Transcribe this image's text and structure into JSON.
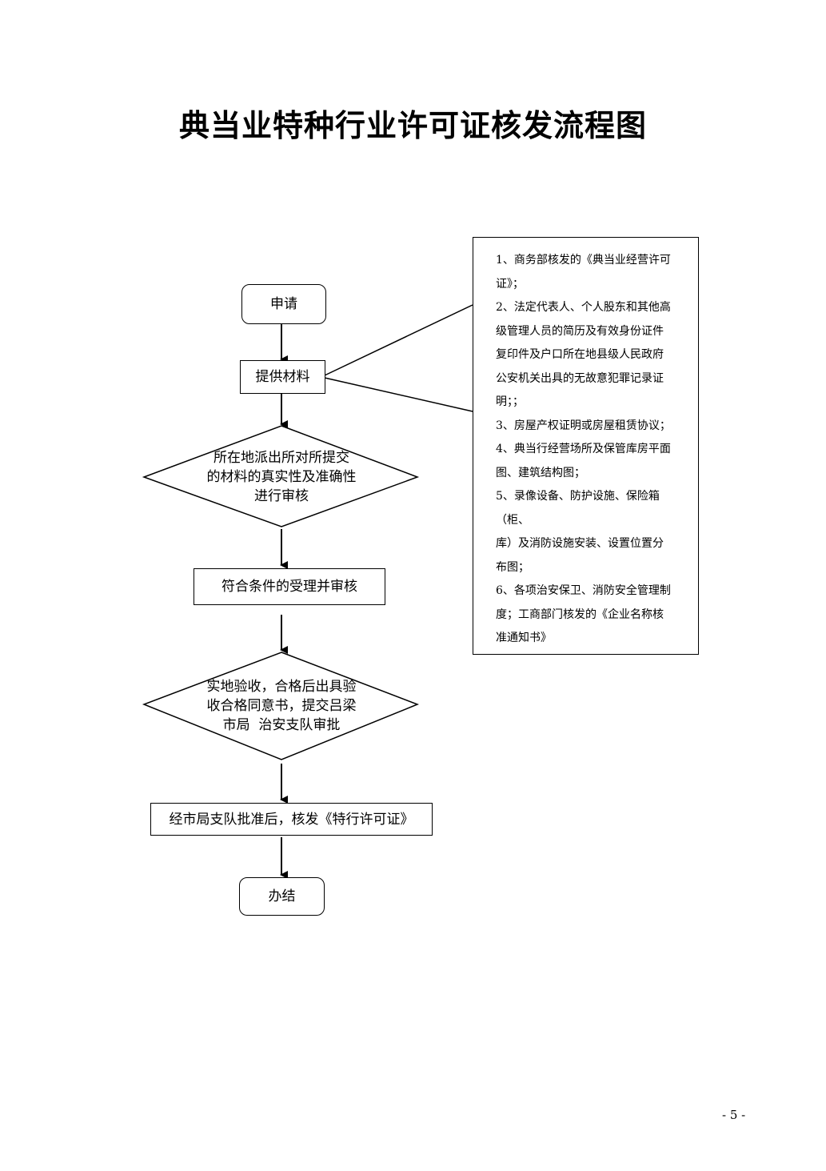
{
  "title": "典当业特种行业许可证核发流程图",
  "nodes": {
    "apply": "申请",
    "materials": "提供材料",
    "review_line1": "所在地派出所对所提交",
    "review_line2": "的材料的真实性及准确性",
    "review_line3": "进行审核",
    "accept": "符合条件的受理并审核",
    "inspect_line1": "实地验收，合格后出具验",
    "inspect_line2": "收合格同意书，提交吕梁",
    "inspect_line3": "市局  治安支队审批",
    "issue": "经市局支队批准后，核发《特行许可证》",
    "done": "办结"
  },
  "materials_list": [
    "1、商务部核发的《典当业经营许可",
    "证》；",
    "2、法定代表人、个人股东和其他高",
    "级管理人员的简历及有效身份证件",
    "复印件及户口所在地县级人民政府",
    "公安机关出具的无故意犯罪记录证",
    "明；；",
    "3、房屋产权证明或房屋租赁协议；",
    "4、典当行经营场所及保管库房平面",
    "图、建筑结构图；",
    "5、录像设备、防护设施、保险箱（柜、",
    "库）及消防设施安装、设置位置分",
    "布图；",
    "6、各项治安保卫、消防安全管理制",
    "度；工商部门核发的《企业名称核",
    "准通知书》"
  ],
  "page_number": "- 5 -"
}
